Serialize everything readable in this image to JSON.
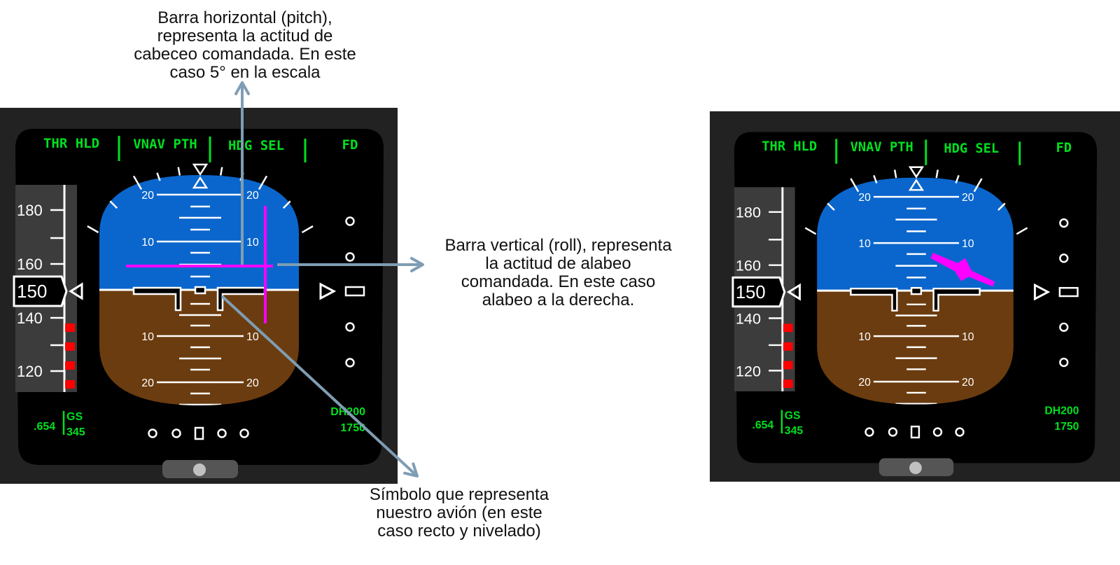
{
  "annotations": {
    "pitch_bar": [
      "Barra horizontal (pitch),",
      "representa la actitud de",
      "cabeceo comandada. En este",
      "caso 5°  en la escala"
    ],
    "roll_bar": [
      "Barra vertical (roll), representa",
      "la actitud de alabeo",
      "comandada. En este caso",
      "alabeo a la derecha."
    ],
    "aircraft_symbol": [
      "Símbolo que representa",
      "nuestro avión (en este",
      "caso recto y nivelado)"
    ]
  },
  "pfd": {
    "fma": [
      "THR HLD",
      "VNAV PTH",
      "HDG SEL",
      "FD"
    ],
    "speed_ticks": [
      "180",
      "160",
      "140",
      "120"
    ],
    "current_speed": "150",
    "pitch_ticks": [
      "20",
      "10",
      "10",
      "20"
    ],
    "mach": ".654",
    "gs_label": "GS",
    "gs_value": "345",
    "dh": "DH200",
    "altitude": "1750"
  },
  "colors": {
    "sky": "#0a66cc",
    "ground": "#6b3c0f",
    "fma_green": "#00e020",
    "flight_director": "#ff00ff",
    "speed_tape": "#3c3c3c",
    "arrow": "#7f9db4"
  }
}
